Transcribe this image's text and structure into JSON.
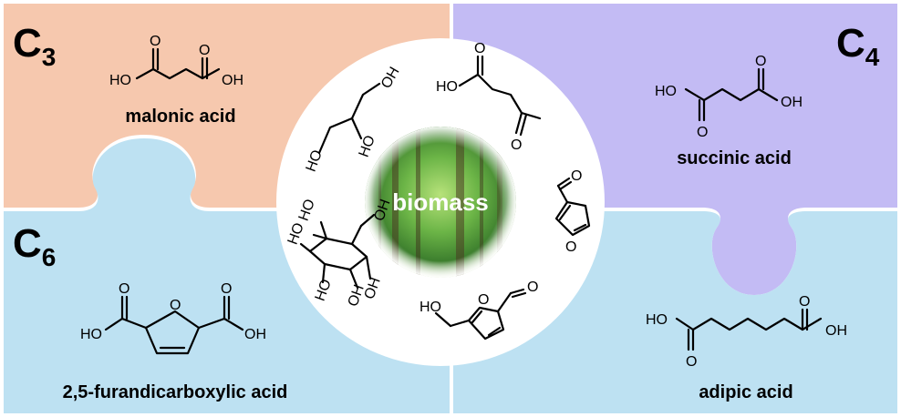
{
  "panels": {
    "c3": {
      "label": "C",
      "subscript": "3",
      "compound": "malonic acid",
      "color": "#f6c8ae"
    },
    "c4": {
      "label": "C",
      "subscript": "4",
      "compound": "succinic acid",
      "color": "#c3bbf4"
    },
    "c6a": {
      "label": "C",
      "subscript": "6",
      "compound": "2,5-furandicarboxylic acid",
      "color": "#bde1f2"
    },
    "c6b": {
      "compound": "adipic acid",
      "color": "#bde1f2"
    }
  },
  "center": {
    "label": "biomass"
  },
  "atoms": {
    "HO": "HO",
    "OH": "OH",
    "O": "O"
  }
}
